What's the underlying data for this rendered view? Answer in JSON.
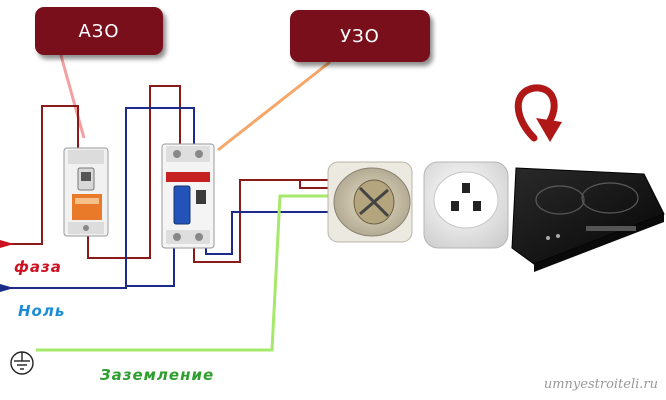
{
  "callouts": {
    "azo": "АЗО",
    "uzo": "УЗО"
  },
  "wires": {
    "phase": "фаза",
    "neutral": "Ноль",
    "ground": "Заземление"
  },
  "watermark": "umnyestroiteli.ru",
  "colors": {
    "phase": "#8b1a1a",
    "neutral": "#1c2a8a",
    "ground": "#b8f06a",
    "callout": "#7a0f1c"
  },
  "icons": [
    "rotate-arrow-icon",
    "ground-symbol-icon"
  ]
}
